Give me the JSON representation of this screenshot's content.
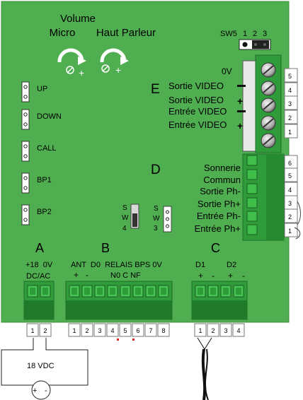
{
  "volume": {
    "title": "Volume",
    "micro": "Micro",
    "speaker": "Haut Parleur"
  },
  "sw5": {
    "label": "SW5",
    "positions": [
      "1",
      "2",
      "3"
    ]
  },
  "left_buttons": [
    "UP",
    "DOWN",
    "CALL",
    "BP1",
    "BP2"
  ],
  "sections": {
    "E": "E",
    "D": "D",
    "A": "A",
    "B": "B",
    "C": "C"
  },
  "video": {
    "zero_v": "0V",
    "lines": [
      "Sortie VIDEO",
      "Sortie VIDEO",
      "Entrée VIDEO",
      "Entrée VIDEO"
    ],
    "pins": [
      "5",
      "4",
      "3",
      "2",
      "1"
    ]
  },
  "phone": {
    "lines": [
      "Sonnerie",
      "Commun",
      "Sortie Ph-",
      "Sortie Ph+",
      "Entrée Ph-",
      "Entrée Ph+"
    ],
    "pins": [
      "6",
      "5",
      "4",
      "3",
      "2",
      "1"
    ]
  },
  "jumpers": {
    "sw4": [
      "S",
      "W",
      "4"
    ],
    "sw3": [
      "S",
      "W",
      "3"
    ]
  },
  "block_a": {
    "line1": "+18  0V",
    "line2": "DC/AC",
    "pins": [
      "1",
      "2"
    ]
  },
  "block_b": {
    "line1": "ANT  D0  RELAIS BPS 0V",
    "ant_signs": "+   -",
    "relay": "N0 C NF",
    "pins": [
      "1",
      "2",
      "3",
      "4",
      "5",
      "6",
      "7",
      "8"
    ]
  },
  "block_c": {
    "d1": "D1",
    "d2": "D2",
    "signs": [
      "+",
      "-",
      "+",
      "-"
    ],
    "pins": [
      "1",
      "2",
      "3",
      "4"
    ]
  },
  "power": {
    "label": "18 VDC",
    "plus": "+",
    "minus": "-"
  },
  "colors": {
    "board": "#4fae4f",
    "board_dark": "#2e8a35",
    "terminal": "#2f9b3a",
    "terminal_dark": "#1f6e29"
  }
}
